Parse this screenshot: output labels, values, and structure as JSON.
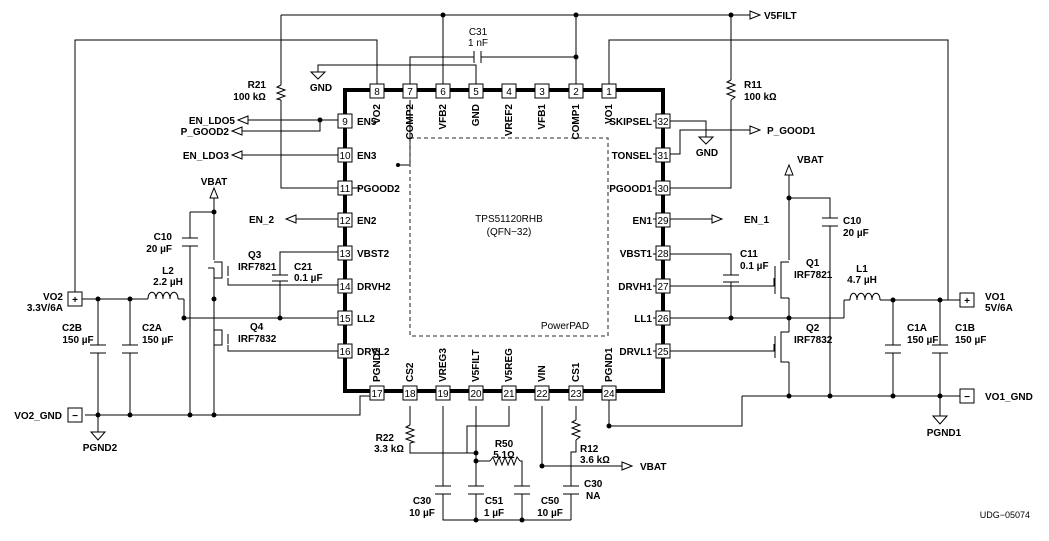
{
  "ic": {
    "part": "TPS51120RHB",
    "package": "(QFN−32)",
    "pad_label": "PowerPAD"
  },
  "pins_top": [
    {
      "num": "8",
      "name": "VO2"
    },
    {
      "num": "7",
      "name": "COMP2"
    },
    {
      "num": "6",
      "name": "VFB2"
    },
    {
      "num": "5",
      "name": "GND"
    },
    {
      "num": "4",
      "name": "VREF2"
    },
    {
      "num": "3",
      "name": "VFB1"
    },
    {
      "num": "2",
      "name": "COMP1"
    },
    {
      "num": "1",
      "name": "VO1"
    }
  ],
  "pins_left": [
    {
      "num": "9",
      "name": "EN5"
    },
    {
      "num": "10",
      "name": "EN3"
    },
    {
      "num": "11",
      "name": "PGOOD2"
    },
    {
      "num": "12",
      "name": "EN2"
    },
    {
      "num": "13",
      "name": "VBST2"
    },
    {
      "num": "14",
      "name": "DRVH2"
    },
    {
      "num": "15",
      "name": "LL2"
    },
    {
      "num": "16",
      "name": "DRVL2"
    }
  ],
  "pins_right": [
    {
      "num": "32",
      "name": "SKIPSEL"
    },
    {
      "num": "31",
      "name": "TONSEL"
    },
    {
      "num": "30",
      "name": "PGOOD1"
    },
    {
      "num": "29",
      "name": "EN1"
    },
    {
      "num": "28",
      "name": "VBST1"
    },
    {
      "num": "27",
      "name": "DRVH1"
    },
    {
      "num": "26",
      "name": "LL1"
    },
    {
      "num": "25",
      "name": "DRVL1"
    }
  ],
  "pins_bottom": [
    {
      "num": "17",
      "name": "PGND2"
    },
    {
      "num": "18",
      "name": "CS2"
    },
    {
      "num": "19",
      "name": "VREG3"
    },
    {
      "num": "20",
      "name": "V5FILT"
    },
    {
      "num": "21",
      "name": "V5REG"
    },
    {
      "num": "22",
      "name": "VIN"
    },
    {
      "num": "23",
      "name": "CS1"
    },
    {
      "num": "24",
      "name": "PGND1"
    }
  ],
  "nets": {
    "v5filt": "V5FILT",
    "gnd": "GND",
    "en_ldo5": "EN_LDO5",
    "p_good2": "P_GOOD2",
    "en_ldo3": "EN_LDO3",
    "en_2": "EN_2",
    "en_1": "EN_1",
    "p_good1": "P_GOOD1",
    "vbat": "VBAT",
    "vo2": "VO2",
    "vo2_spec": "3.3V/6A",
    "vo2_gnd": "VO2_GND",
    "pgnd2": "PGND2",
    "vo1": "VO1",
    "vo1_spec": "5V/6A",
    "vo1_gnd": "VO1_GND",
    "pgnd1": "PGND1",
    "plus": "+",
    "minus": "−"
  },
  "components": {
    "c31": {
      "ref": "C31",
      "value": "1 nF"
    },
    "r21": {
      "ref": "R21",
      "value": "100 kΩ"
    },
    "r11": {
      "ref": "R11",
      "value": "100 kΩ"
    },
    "c10_left": {
      "ref": "C10",
      "value": "20 µF"
    },
    "c10_right": {
      "ref": "C10",
      "value": "20 µF"
    },
    "q3": {
      "ref": "Q3",
      "value": "IRF7821"
    },
    "q4": {
      "ref": "Q4",
      "value": "IRF7832"
    },
    "q1": {
      "ref": "Q1",
      "value": "IRF7821"
    },
    "q2": {
      "ref": "Q2",
      "value": "IRF7832"
    },
    "c21": {
      "ref": "C21",
      "value": "0.1 µF"
    },
    "c11": {
      "ref": "C11",
      "value": "0.1 µF"
    },
    "l2": {
      "ref": "L2",
      "value": "2.2 µH"
    },
    "l1": {
      "ref": "L1",
      "value": "4.7 µH"
    },
    "c2b": {
      "ref": "C2B",
      "value": "150 µF"
    },
    "c2a": {
      "ref": "C2A",
      "value": "150 µF"
    },
    "c1a": {
      "ref": "C1A",
      "value": "150 µF"
    },
    "c1b": {
      "ref": "C1B",
      "value": "150 µF"
    },
    "r22": {
      "ref": "R22",
      "value": "3.3 kΩ"
    },
    "r50": {
      "ref": "R50",
      "value": "5.1Ω"
    },
    "r12": {
      "ref": "R12",
      "value": "3.6 kΩ"
    },
    "c30": {
      "ref": "C30",
      "value": "10 µF"
    },
    "c51": {
      "ref": "C51",
      "value": "1 µF"
    },
    "c50": {
      "ref": "C50",
      "value": "10 µF"
    },
    "c30_na": {
      "ref": "C30",
      "value": "NA"
    }
  },
  "drawing_id": "UDG−05074"
}
